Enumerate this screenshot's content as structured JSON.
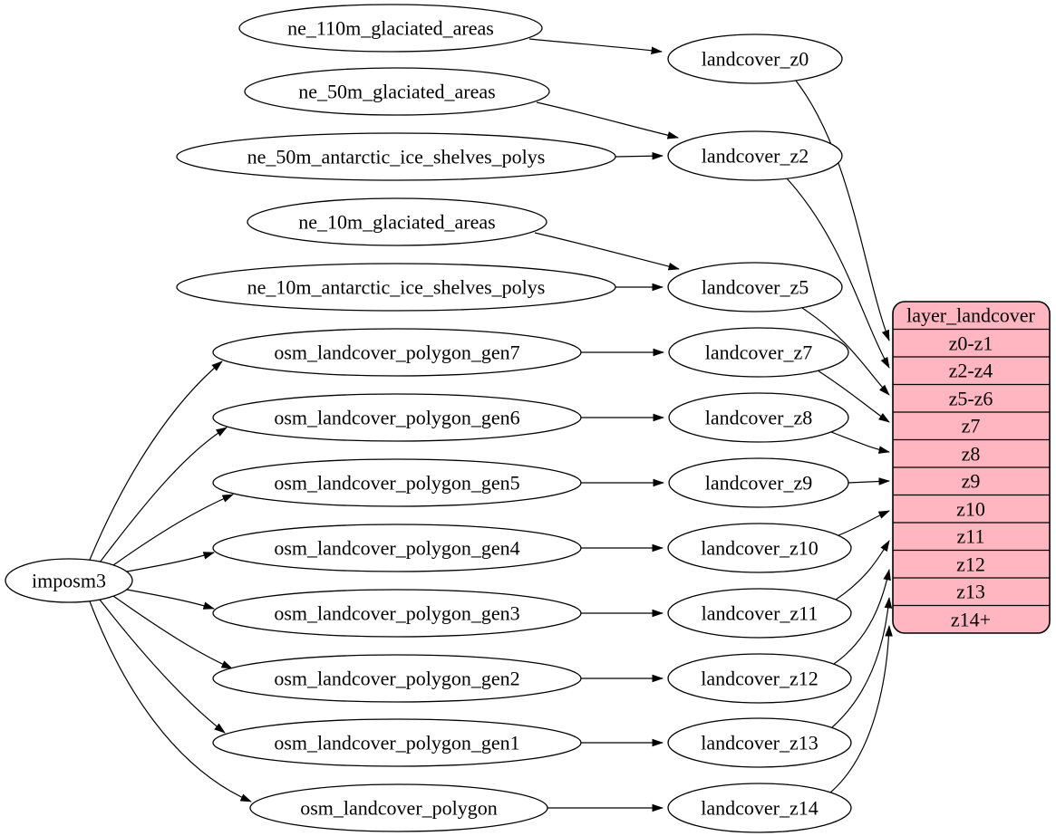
{
  "diagram": {
    "root_label": "imposm3",
    "ne_sources": [
      "ne_110m_glaciated_areas",
      "ne_50m_glaciated_areas",
      "ne_50m_antarctic_ice_shelves_polys",
      "ne_10m_glaciated_areas",
      "ne_10m_antarctic_ice_shelves_polys"
    ],
    "osm_sources": [
      "osm_landcover_polygon_gen7",
      "osm_landcover_polygon_gen6",
      "osm_landcover_polygon_gen5",
      "osm_landcover_polygon_gen4",
      "osm_landcover_polygon_gen3",
      "osm_landcover_polygon_gen2",
      "osm_landcover_polygon_gen1",
      "osm_landcover_polygon"
    ],
    "landcover_nodes": [
      "landcover_z0",
      "landcover_z2",
      "landcover_z5",
      "landcover_z7",
      "landcover_z8",
      "landcover_z9",
      "landcover_z10",
      "landcover_z11",
      "landcover_z12",
      "landcover_z13",
      "landcover_z14"
    ],
    "layer_table": {
      "title": "layer_landcover",
      "rows": [
        "z0-z1",
        "z2-z4",
        "z5-z6",
        "z7",
        "z8",
        "z9",
        "z10",
        "z11",
        "z12",
        "z13",
        "z14+"
      ]
    },
    "edges": [
      {
        "from": "imposm3",
        "to": "osm_landcover_polygon_gen7"
      },
      {
        "from": "imposm3",
        "to": "osm_landcover_polygon_gen6"
      },
      {
        "from": "imposm3",
        "to": "osm_landcover_polygon_gen5"
      },
      {
        "from": "imposm3",
        "to": "osm_landcover_polygon_gen4"
      },
      {
        "from": "imposm3",
        "to": "osm_landcover_polygon_gen3"
      },
      {
        "from": "imposm3",
        "to": "osm_landcover_polygon_gen2"
      },
      {
        "from": "imposm3",
        "to": "osm_landcover_polygon_gen1"
      },
      {
        "from": "imposm3",
        "to": "osm_landcover_polygon"
      },
      {
        "from": "ne_110m_glaciated_areas",
        "to": "landcover_z0"
      },
      {
        "from": "ne_50m_glaciated_areas",
        "to": "landcover_z2"
      },
      {
        "from": "ne_50m_antarctic_ice_shelves_polys",
        "to": "landcover_z2"
      },
      {
        "from": "ne_10m_glaciated_areas",
        "to": "landcover_z5"
      },
      {
        "from": "ne_10m_antarctic_ice_shelves_polys",
        "to": "landcover_z5"
      },
      {
        "from": "osm_landcover_polygon_gen7",
        "to": "landcover_z7"
      },
      {
        "from": "osm_landcover_polygon_gen6",
        "to": "landcover_z8"
      },
      {
        "from": "osm_landcover_polygon_gen5",
        "to": "landcover_z9"
      },
      {
        "from": "osm_landcover_polygon_gen4",
        "to": "landcover_z10"
      },
      {
        "from": "osm_landcover_polygon_gen3",
        "to": "landcover_z11"
      },
      {
        "from": "osm_landcover_polygon_gen2",
        "to": "landcover_z12"
      },
      {
        "from": "osm_landcover_polygon_gen1",
        "to": "landcover_z13"
      },
      {
        "from": "osm_landcover_polygon",
        "to": "landcover_z14"
      },
      {
        "from": "landcover_z0",
        "to": "layer_landcover:z0-z1"
      },
      {
        "from": "landcover_z2",
        "to": "layer_landcover:z2-z4"
      },
      {
        "from": "landcover_z5",
        "to": "layer_landcover:z5-z6"
      },
      {
        "from": "landcover_z7",
        "to": "layer_landcover:z7"
      },
      {
        "from": "landcover_z8",
        "to": "layer_landcover:z8"
      },
      {
        "from": "landcover_z9",
        "to": "layer_landcover:z9"
      },
      {
        "from": "landcover_z10",
        "to": "layer_landcover:z10"
      },
      {
        "from": "landcover_z11",
        "to": "layer_landcover:z11"
      },
      {
        "from": "landcover_z12",
        "to": "layer_landcover:z12"
      },
      {
        "from": "landcover_z13",
        "to": "layer_landcover:z13"
      },
      {
        "from": "landcover_z14",
        "to": "layer_landcover:z14+"
      }
    ],
    "colors": {
      "table_fill": "#ffb6c1",
      "node_fill": "#ffffff",
      "stroke": "#000000",
      "background": "#ffffff"
    }
  }
}
